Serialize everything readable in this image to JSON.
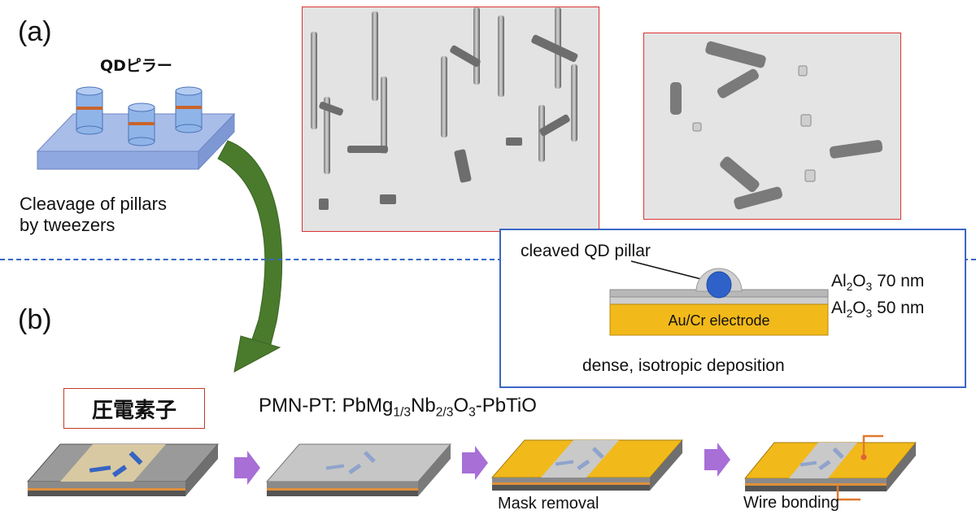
{
  "labels": {
    "part_a": "(a)",
    "part_b": "(b)",
    "qd_pillar_title": "QDピラー",
    "cleavage_caption_line1": "Cleavage of pillars",
    "cleavage_caption_line2": "by tweezers"
  },
  "cross_section": {
    "pillar_label": "cleaved QD pillar",
    "layer_top_formula": "Al",
    "layer_top_sub": "2",
    "layer_top_o": "O",
    "layer_top_o_sub": "3",
    "layer_top_thickness": "70 nm",
    "layer_bottom_formula": "Al",
    "layer_bottom_sub": "2",
    "layer_bottom_o": "O",
    "layer_bottom_o_sub": "3",
    "layer_bottom_thickness": "50 nm",
    "electrode_label": "Au/Cr electrode",
    "caption": "dense, isotropic deposition"
  },
  "process": {
    "piezo_label": "圧電素子",
    "pmn_prefix": "PMN-PT: PbMg",
    "pmn_sub1": "1/3",
    "pmn_nb": "Nb",
    "pmn_sub2": "2/3",
    "pmn_o": "O",
    "pmn_sub3": "3",
    "pmn_suffix": "-PbTiO",
    "step3_caption": "Mask removal",
    "step4_caption": "Wire bonding"
  },
  "colors": {
    "substrate_blue": "#8fa8e0",
    "pillar_blue": "#8fb4e8",
    "qd_band_orange": "#c8642a",
    "curved_arrow_green": "#4a7a2c",
    "step_arrow_purple": "#a86fd6",
    "gold": "#f2b91a",
    "dashed_divider": "#3b67c6",
    "sem_border": "#d33333",
    "box_border": "#3b67c6",
    "qd_dot": "#2e62c9"
  },
  "icons": [
    "curved-arrow-icon",
    "process-arrow-icon",
    "wire-bond-icon"
  ]
}
